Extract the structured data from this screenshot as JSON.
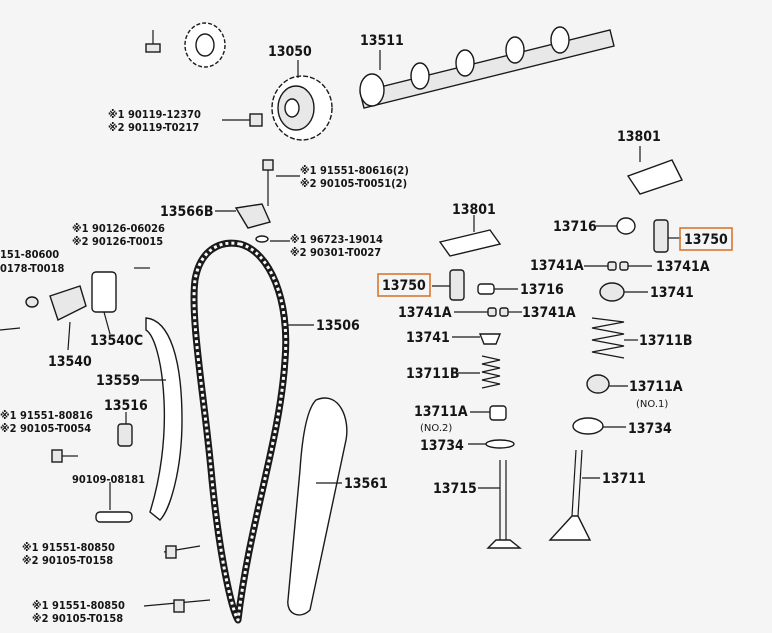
{
  "labels": {
    "n13050": "13050",
    "n13511": "13511",
    "n13801a": "13801",
    "n13801b": "13801",
    "n13716a": "13716",
    "n13716b": "13716",
    "n13750a": "13750",
    "n13750b": "13750",
    "n13741Aa": "13741A",
    "n13741Ab": "13741A",
    "n13741Ac": "13741A",
    "n13741Ad": "13741A",
    "n13741a": "13741",
    "n13741b": "13741",
    "n13711Ba": "13711B",
    "n13711Bb": "13711B",
    "n13711Aa": "13711A",
    "n13711Ab": "13711A",
    "no1": "(NO.1)",
    "no2": "(NO.2)",
    "n13734a": "13734",
    "n13734b": "13734",
    "n13715": "13715",
    "n13711": "13711",
    "n13566B": "13566B",
    "n13506": "13506",
    "n13540": "13540",
    "n13540C": "13540C",
    "n13559": "13559",
    "n13516": "13516",
    "n13561": "13561",
    "bolt1_1": "※1 90119-12370",
    "bolt1_2": "※2 90119-T0217",
    "bolt2_1": "※1 91551-80616(2)",
    "bolt2_2": "※2 90105-T0051(2)",
    "bolt3_1": "※1 96723-19014",
    "bolt3_2": "※2 90301-T0027",
    "bolt4_1": "※1 90126-06026",
    "bolt4_2": "※2 90126-T0015",
    "bolt5_1": "151-80600",
    "bolt5_2": "0178-T0018",
    "bolt6_1": "※1 91551-80816",
    "bolt6_2": "※2 90105-T0054",
    "bolt7": "90109-08181",
    "bolt8_1": "※1 91551-80850",
    "bolt8_2": "※2 90105-T0158",
    "bolt9_1": "※1 91551-80850",
    "bolt9_2": "※2 90105-T0158"
  },
  "highlight": {
    "color": "#d9772f",
    "part": "13750"
  }
}
